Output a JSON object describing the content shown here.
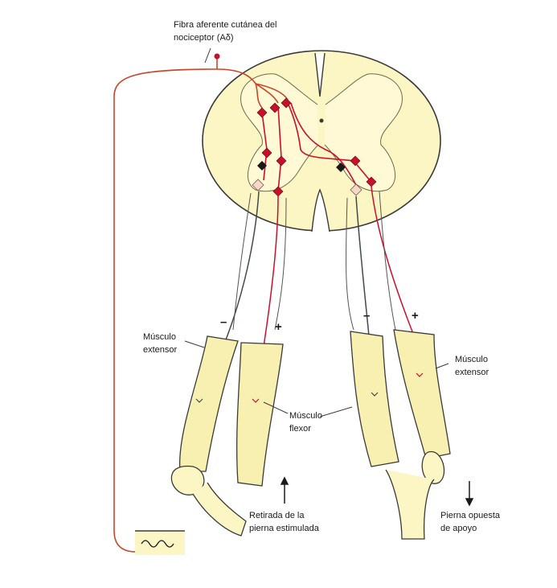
{
  "labels": {
    "fiber_line1": "Fibra aferente cutánea del",
    "fiber_line2": "nociceptor (Aδ)",
    "left_extensor_line1": "Músculo",
    "left_extensor_line2": "extensor",
    "flexor_line1": "Músculo",
    "flexor_line2": "flexor",
    "right_extensor_line1": "Músculo",
    "right_extensor_line2": "extensor",
    "withdrawal_line1": "Retirada de la",
    "withdrawal_line2": "pierna estimulada",
    "support_line1": "Pierna opuesta",
    "support_line2": "de apoyo"
  },
  "signs": {
    "left_minus": "–",
    "left_plus": "+",
    "right_minus": "–",
    "right_plus": "+"
  },
  "colors": {
    "tissue_fill": "#fbf6c4",
    "muscle_fill": "#f8f0b0",
    "outline": "#3a3a3a",
    "excitatory": "#c8102e",
    "afferent": "#c8462a",
    "inhibitory": "#1a1a1a",
    "motor_line": "#404a4a"
  }
}
